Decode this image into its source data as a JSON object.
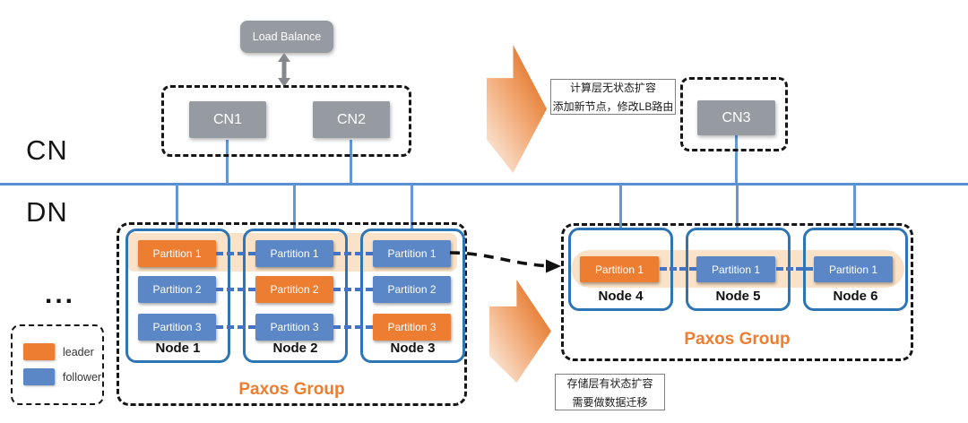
{
  "layers": {
    "cn": "CN",
    "dn": "DN",
    "ellipsis": "..."
  },
  "load_balance": {
    "label": "Load Balance"
  },
  "compute_nodes": {
    "cn1": "CN1",
    "cn2": "CN2",
    "cn3": "CN3"
  },
  "callouts": {
    "compute": {
      "line1": "计算层无状态扩容",
      "line2": "添加新节点，修改LB路由"
    },
    "storage": {
      "line1": "存储层有状态扩容",
      "line2": "需要做数据迁移"
    }
  },
  "legend": {
    "leader_label": "leader",
    "follower_label": "follower"
  },
  "left_group": {
    "title": "Paxos Group",
    "nodes": [
      {
        "label": "Node 1",
        "partitions": [
          {
            "label": "Partition 1",
            "role": "leader"
          },
          {
            "label": "Partition 2",
            "role": "follower"
          },
          {
            "label": "Partition 3",
            "role": "follower"
          }
        ]
      },
      {
        "label": "Node 2",
        "partitions": [
          {
            "label": "Partition 1",
            "role": "follower"
          },
          {
            "label": "Partition 2",
            "role": "leader"
          },
          {
            "label": "Partition 3",
            "role": "follower"
          }
        ]
      },
      {
        "label": "Node 3",
        "partitions": [
          {
            "label": "Partition 1",
            "role": "follower"
          },
          {
            "label": "Partition 2",
            "role": "follower"
          },
          {
            "label": "Partition 3",
            "role": "leader"
          }
        ]
      }
    ]
  },
  "right_group": {
    "title": "Paxos Group",
    "nodes": [
      {
        "label": "Node 4",
        "partitions": [
          {
            "label": "Partition 1",
            "role": "leader"
          }
        ]
      },
      {
        "label": "Node 5",
        "partitions": [
          {
            "label": "Partition 1",
            "role": "follower"
          }
        ]
      },
      {
        "label": "Node 6",
        "partitions": [
          {
            "label": "Partition 1",
            "role": "follower"
          }
        ]
      }
    ]
  },
  "colors": {
    "leader": "#ED7D31",
    "follower": "#5B87C7",
    "node_border": "#2E75B6",
    "highlight_band": "#FAE2C8",
    "link_line": "#6497D6",
    "partition_link": "#4472C4",
    "gray_box": "#969BA1",
    "paxos_title": "#ED7D31"
  }
}
